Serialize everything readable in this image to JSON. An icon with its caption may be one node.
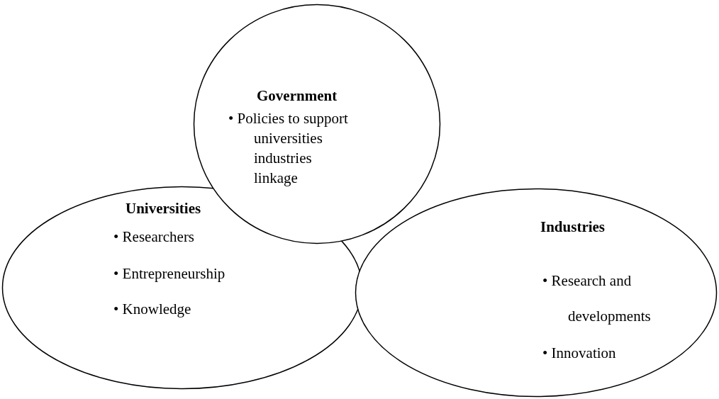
{
  "diagram": {
    "nodes": [
      {
        "text": [
          "Universities",
          "• Researchers",
          "• Entrepreneurship",
          "• Knowledge"
        ]
      },
      {
        "text": [
          "Industries",
          "• Research and developments",
          "• Innovation"
        ]
      },
      {
        "text": [
          "Government",
          "• Policies to support universities industries linkage"
        ]
      }
    ],
    "edges": []
  }
}
